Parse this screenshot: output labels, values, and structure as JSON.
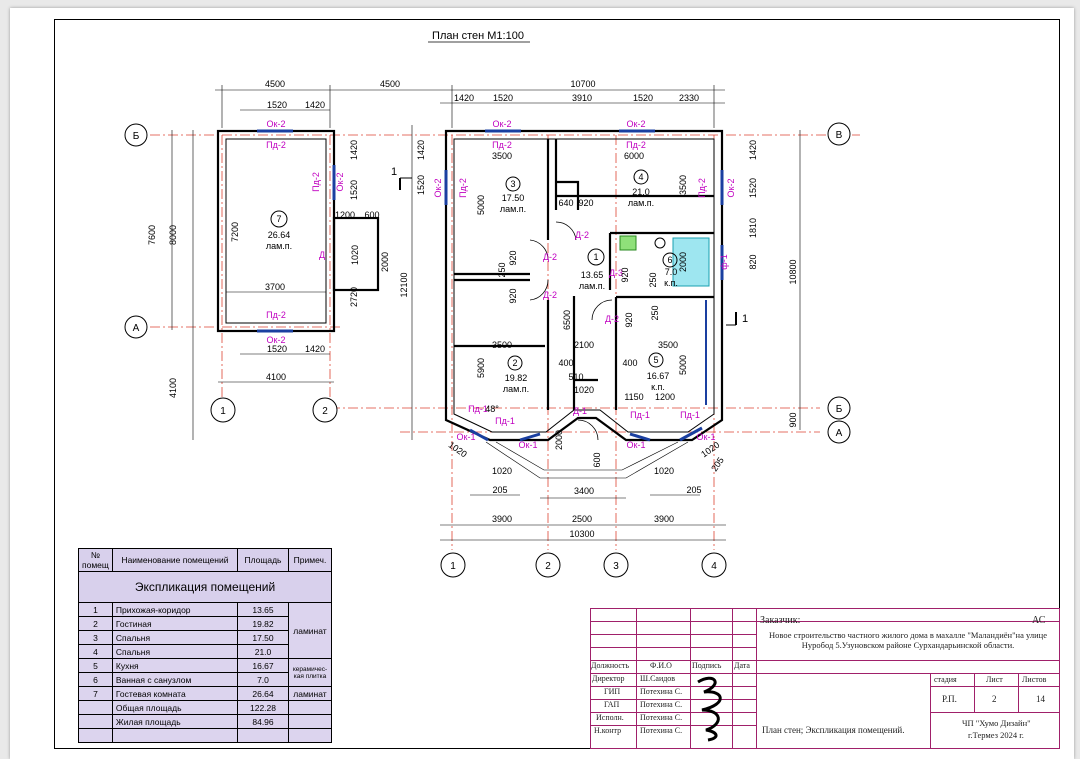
{
  "plan": {
    "title": "План стен М1:100",
    "rooms": [
      {
        "num": "1",
        "area": "13.65",
        "floor": "лам.п."
      },
      {
        "num": "2",
        "area": "19.82",
        "floor": "лам.п."
      },
      {
        "num": "3",
        "area": "17.50",
        "floor": "лам.п."
      },
      {
        "num": "4",
        "area": "21.0",
        "floor": "лам.п."
      },
      {
        "num": "5",
        "area": "16.67",
        "floor": "к.п."
      },
      {
        "num": "6",
        "area": "7.0",
        "floor": "к.п."
      },
      {
        "num": "7",
        "area": "26.64",
        "floor": "лам.п."
      }
    ],
    "axes": {
      "a": "А",
      "b": "Б",
      "v": "В",
      "n1": "1",
      "n2": "2",
      "n3": "3",
      "n4": "4"
    },
    "section": "1",
    "openings": {
      "ok": "Ок-2",
      "pd": "Пд-2",
      "ok1": "Ок-1",
      "pd1": "Пд-1",
      "d1": "Д-1",
      "d2": "Д-2",
      "d3": "Д-3",
      "f1": "ф-1",
      "d": "Д"
    },
    "dims": {
      "d4500a": "4500",
      "d4500b": "4500",
      "d10700": "10700",
      "d1520": "1520",
      "d1420": "1420",
      "d3910": "3910",
      "d2330": "2330",
      "d3500": "3500",
      "d6000": "6000",
      "d5000": "5000",
      "d7200": "7200",
      "d7600": "7600",
      "d8000": "8000",
      "d12100": "12100",
      "d10800": "10800",
      "d3700": "3700",
      "d4100": "4100",
      "d1200": "1200",
      "d600": "600",
      "d1020": "1020",
      "d2000": "2000",
      "d2720": "2720",
      "d640": "640",
      "d920": "920",
      "d250": "250",
      "d6500": "6500",
      "d2100": "2100",
      "d400": "400",
      "d5900": "5900",
      "d510": "510",
      "d1150": "1150",
      "d1810": "1810",
      "d820": "820",
      "d900": "900",
      "d3900": "3900",
      "d2500": "2500",
      "d3400": "3400",
      "d10300": "10300",
      "d205": "205",
      "d48": "48°"
    }
  },
  "explication": {
    "title": "Экспликация помещений",
    "headers": [
      "№ помещ",
      "Наименование помещений",
      "Площадь",
      "Примеч."
    ],
    "rows": [
      {
        "n": "1",
        "name": "Прихожая-коридор",
        "area": "13.65"
      },
      {
        "n": "2",
        "name": "Гостиная",
        "area": "19.82"
      },
      {
        "n": "3",
        "name": "Спальня",
        "area": "17.50"
      },
      {
        "n": "4",
        "name": "Спальня",
        "area": "21.0"
      },
      {
        "n": "5",
        "name": "Кухня",
        "area": "16.67"
      },
      {
        "n": "6",
        "name": "Ванная с санузлом",
        "area": "7.0"
      },
      {
        "n": "7",
        "name": "Гостевая комната",
        "area": "26.64"
      },
      {
        "n": "",
        "name": "Общая площадь",
        "area": "122.28"
      },
      {
        "n": "",
        "name": "Жилая площадь",
        "area": "84.96"
      }
    ],
    "notes": {
      "laminate1": "ламинат",
      "ceramic": "керамичес-кая плитка",
      "laminate2": "ламинат"
    }
  },
  "titleblock": {
    "customer_label": "Заказчик:",
    "code": "АС",
    "project": "Новое строительство частного жилого дома в махалле \"Маландиён\"на улице Нуробод 5.Узуновском районе Сурхандарьинской области.",
    "col_pos": "Должность",
    "col_name": "Ф.И.О",
    "col_sign": "Подпись",
    "col_date": "Дата",
    "people": [
      {
        "role": "Директор",
        "name": "Ш.Саидов"
      },
      {
        "role": "ГИП",
        "name": "Потехина С."
      },
      {
        "role": "ГАП",
        "name": "Потехина С."
      },
      {
        "role": "Исполн.",
        "name": "Потехина С."
      },
      {
        "role": "Н.контр",
        "name": "Потехина С."
      }
    ],
    "stage_label": "стадия",
    "sheet_label": "Лист",
    "sheets_label": "Листов",
    "stage": "Р.П.",
    "sheet": "2",
    "sheets": "14",
    "drawing": "План стен; Экспликация помещений.",
    "company": "ЧП \"Хумо Дизайн\"",
    "city": "г.Термез 2024 г."
  }
}
